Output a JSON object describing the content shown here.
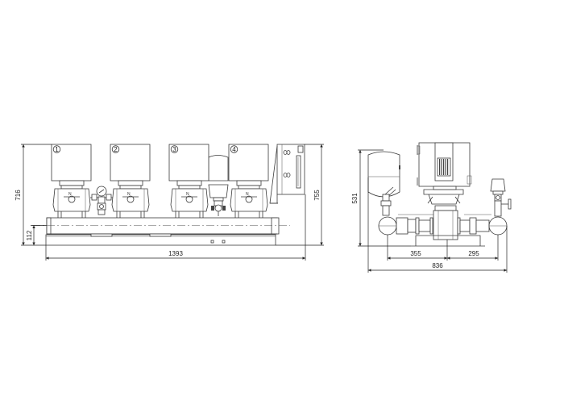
{
  "drawing": {
    "front_view": {
      "pump_labels": [
        "1",
        "2",
        "3",
        "4"
      ],
      "dimensions": {
        "overall_height": "716",
        "manifold_height": "112",
        "overall_length": "1393",
        "control_height": "755"
      }
    },
    "side_view": {
      "dimensions": {
        "tank_height": "531",
        "left_to_center": "355",
        "center_to_right": "295",
        "overall_depth": "836"
      }
    },
    "colors": {
      "line": "#3a3a3a",
      "background": "#ffffff"
    }
  }
}
